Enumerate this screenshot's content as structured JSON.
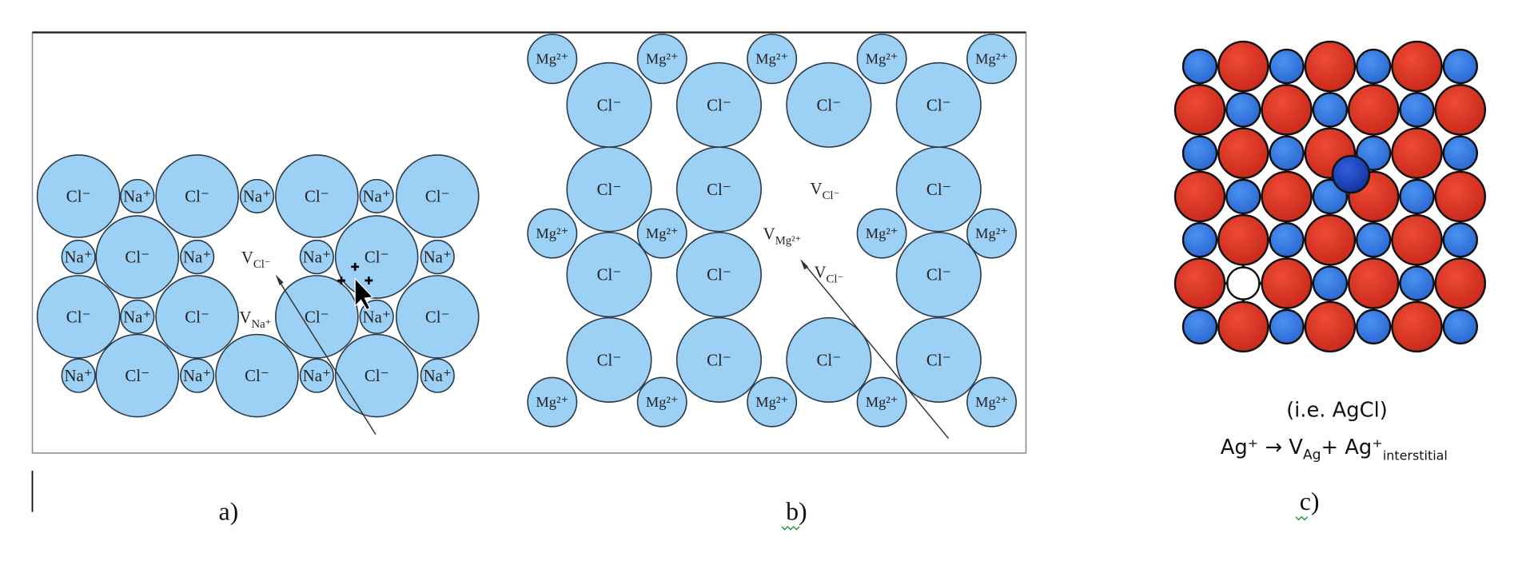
{
  "colors": {
    "ion_fill": "#9dd0f5",
    "anion_red": "#e03a2a",
    "cation_blue": "#3a80ea",
    "interstitial_blue": "#1f45c8",
    "squiggle_green": "#2e9a3a"
  },
  "panel_a": {
    "caption": "a)",
    "anion_label": "Cl⁻",
    "cation_label": "Na⁺",
    "vacancy_anion": {
      "main": "V",
      "sub": "Cl⁻"
    },
    "vacancy_cation": {
      "main": "V",
      "sub": "Na⁺"
    },
    "cursor_icon": "move-cursor-icon"
  },
  "panel_b": {
    "caption": "b)",
    "anion_label": "Cl⁻",
    "cation_label": "Mg²⁺",
    "vacancy_anion_1": {
      "main": "V",
      "sub": "Cl⁻"
    },
    "vacancy_cation": {
      "main": "V",
      "sub": "Mg²⁺"
    },
    "vacancy_anion_2": {
      "main": "V",
      "sub": "Cl⁻"
    }
  },
  "panel_c": {
    "caption": "c)",
    "compound": "(i.e. AgCl)",
    "equation": {
      "lhs": "Ag⁺",
      "arrow": "→",
      "v": "V",
      "v_sub": "Ag",
      "plus": "+",
      "rhs": "Ag⁺",
      "rhs_sub": "interstitial"
    }
  }
}
